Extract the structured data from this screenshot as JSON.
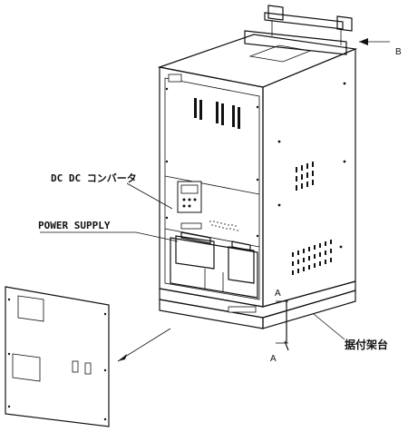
{
  "labels": {
    "dc_dc_converter": "DC DC コンバータ",
    "power_supply": "POWER SUPPLY",
    "mounting_base": "据付架台",
    "view_a_top": "A",
    "view_a_bottom": "A",
    "view_b": "B"
  },
  "colors": {
    "ink": "#111111",
    "paper": "#ffffff"
  },
  "icons": {
    "arrow_b": "arrow-left-icon",
    "arrow_panel": "arrow-down-left-icon"
  }
}
